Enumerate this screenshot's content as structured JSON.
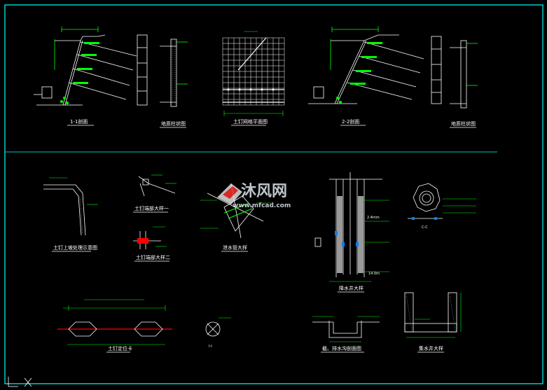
{
  "colors": {
    "background": "#000000",
    "frame": "#00ffff",
    "line": "#ffffff",
    "dimension": "#00ff00",
    "accent_red": "#ff0000",
    "accent_blue": "#0080ff",
    "watermark": "#cfd8e0"
  },
  "watermark": {
    "brand": "沐风网",
    "url": "www.mfcad.com",
    "icon": "mf-logo-icon"
  },
  "drawings": {
    "section_1_1": "1-1剖面",
    "column_1": "地质柱状图",
    "mesh_plan": "土钉网格平面图",
    "section_2_2": "2-2剖面",
    "column_2": "地质柱状图",
    "top_corner": "土钉上坡处理示意图",
    "nail_head_1": "土钉端部大样一",
    "nail_head_2": "土钉端部大样二",
    "drain_pipe": "泄水管大样",
    "well": "降水井大样",
    "section_c": "C-C",
    "centering": "土钉定位卡",
    "section_i": "I-I",
    "drain_ditch": "截、排水沟剖面图",
    "sump": "集水井大样"
  },
  "annotations": {
    "depth_1": "2.4mm",
    "depth_2": "14.0m"
  }
}
